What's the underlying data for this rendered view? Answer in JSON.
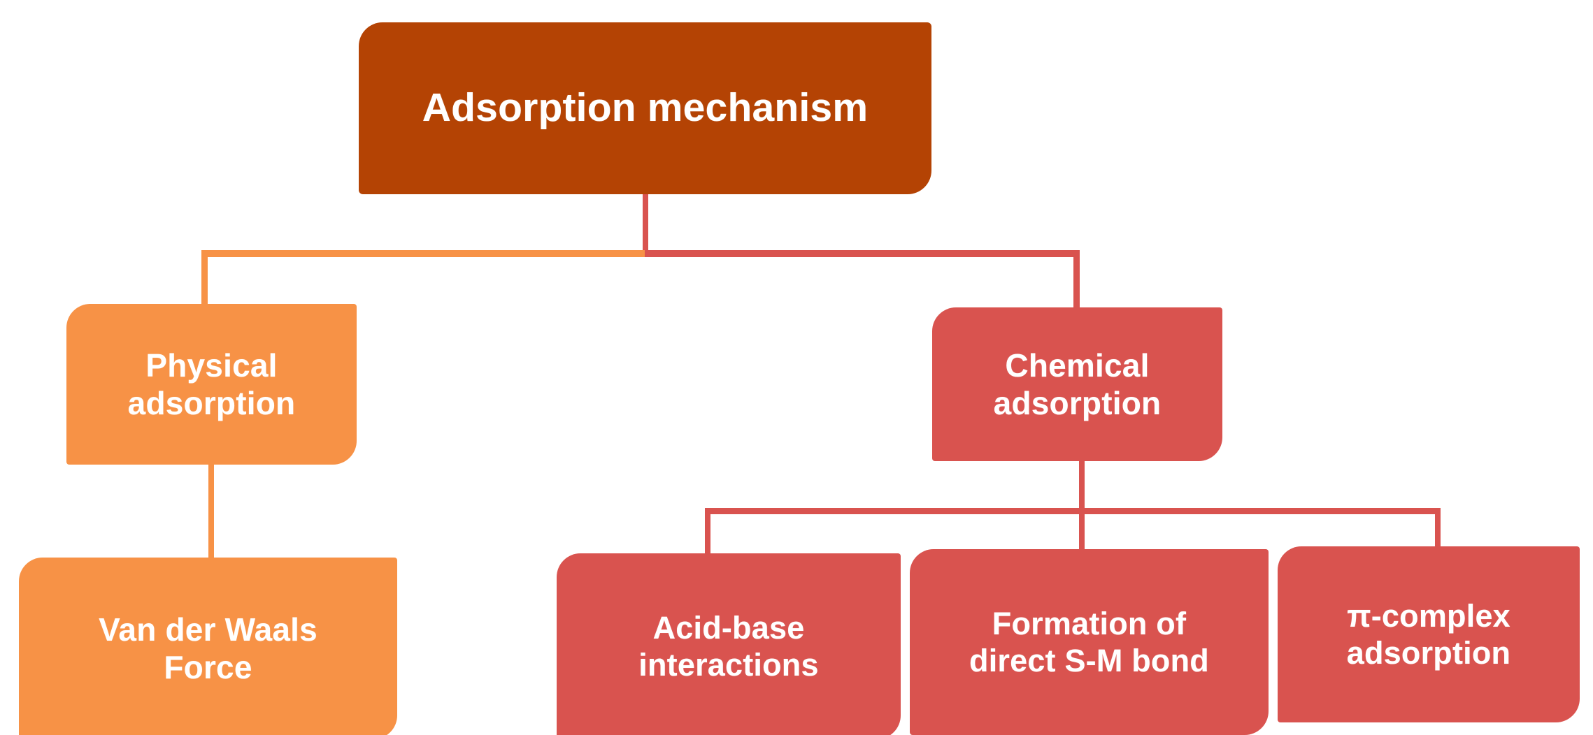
{
  "diagram": {
    "title": "Adsorption mechanism",
    "type": "hierarchy-tree",
    "background_color": "#ffffff",
    "text_color": "#ffffff",
    "colors": {
      "root": "#b44304",
      "physical_branch": "#f79246",
      "chemical_branch": "#d9534f"
    },
    "nodes": {
      "root": {
        "label": "Adsorption mechanism",
        "level": 0,
        "color": "#b44304"
      },
      "physical_adsorption": {
        "label": "Physical\nadsorption",
        "level": 1,
        "color": "#f79246"
      },
      "van_der_waals_force": {
        "label": "Van der Waals\nForce",
        "level": 2,
        "color": "#f79246"
      },
      "chemical_adsorption": {
        "label": "Chemical\nadsorption",
        "level": 1,
        "color": "#d9534f"
      },
      "acid_base_interactions": {
        "label": "Acid-base\ninteractions",
        "level": 2,
        "color": "#d9534f"
      },
      "formation_direct_bond": {
        "label": "Formation of\ndirect S-M bond",
        "level": 2,
        "color": "#d9534f"
      },
      "pi_complex_adsorption": {
        "label": "π-complex\nadsorption",
        "level": 2,
        "color": "#d9534f"
      }
    },
    "edges": [
      {
        "from": "root",
        "to": "physical_adsorption",
        "color": "#f79246"
      },
      {
        "from": "root",
        "to": "chemical_adsorption",
        "color": "#d9534f"
      },
      {
        "from": "physical_adsorption",
        "to": "van_der_waals_force",
        "color": "#f79246"
      },
      {
        "from": "chemical_adsorption",
        "to": "acid_base_interactions",
        "color": "#d9534f"
      },
      {
        "from": "chemical_adsorption",
        "to": "formation_direct_bond",
        "color": "#d9534f"
      },
      {
        "from": "chemical_adsorption",
        "to": "pi_complex_adsorption",
        "color": "#d9534f"
      }
    ]
  }
}
